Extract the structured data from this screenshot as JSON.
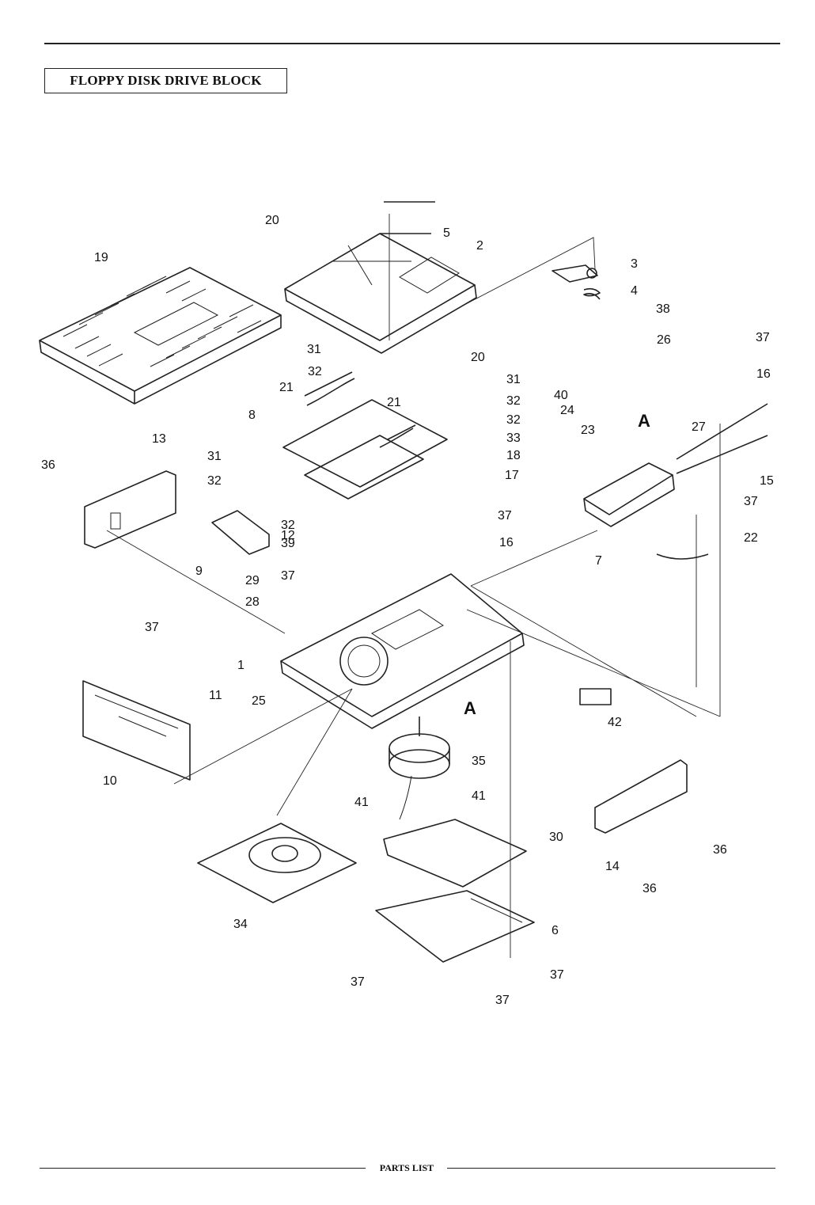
{
  "header": {
    "title": "FLOPPY DISK DRIVE BLOCK"
  },
  "footer": {
    "label": "PARTS LIST"
  },
  "diagram": {
    "detail_marker": "A",
    "callouts": [
      "1",
      "2",
      "3",
      "4",
      "5",
      "6",
      "7",
      "8",
      "9",
      "10",
      "11",
      "12",
      "13",
      "14",
      "15",
      "16",
      "16",
      "17",
      "18",
      "19",
      "20",
      "20",
      "21",
      "21",
      "22",
      "23",
      "24",
      "25",
      "26",
      "27",
      "28",
      "29",
      "30",
      "31",
      "31",
      "31",
      "32",
      "32",
      "32",
      "32",
      "32",
      "33",
      "34",
      "35",
      "36",
      "36",
      "36",
      "37",
      "37",
      "37",
      "37",
      "37",
      "37",
      "37",
      "37",
      "38",
      "39",
      "40",
      "41",
      "41",
      "42"
    ]
  }
}
